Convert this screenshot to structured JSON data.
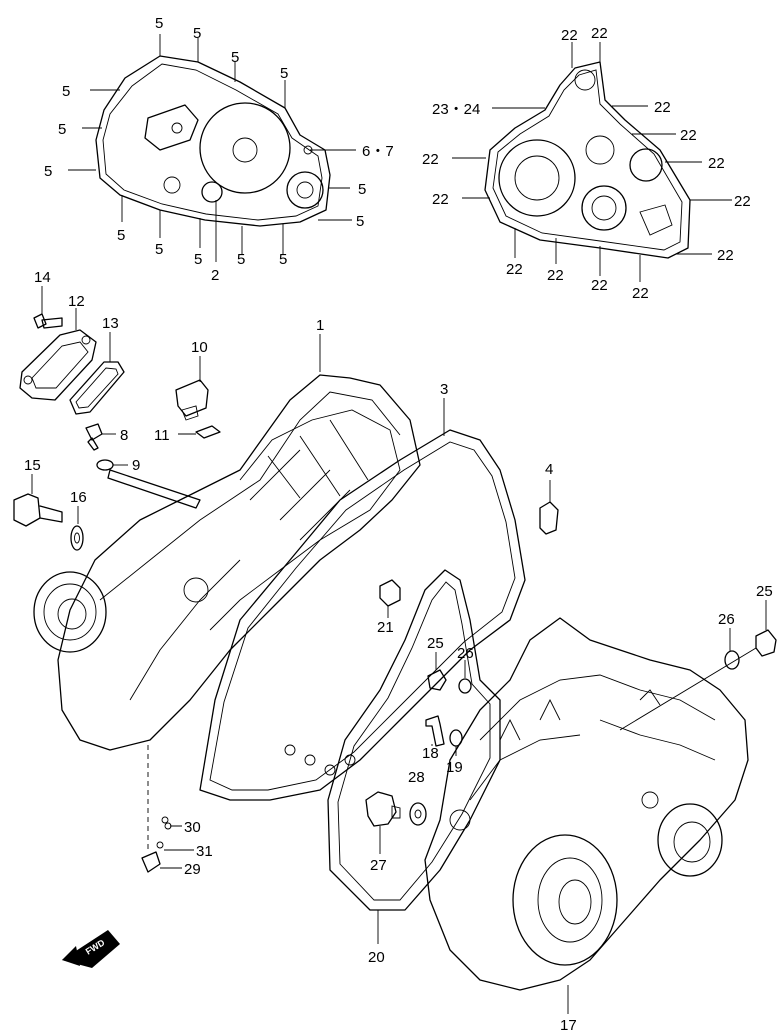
{
  "callouts": {
    "c1": "1",
    "c2": "2",
    "c3": "3",
    "c4": "4",
    "c5": "5",
    "c67": "6・7",
    "c8": "8",
    "c9": "9",
    "c10": "10",
    "c11": "11",
    "c12": "12",
    "c13": "13",
    "c14": "14",
    "c15": "15",
    "c16": "16",
    "c17": "17",
    "c18": "18",
    "c19": "19",
    "c20": "20",
    "c21": "21",
    "c22": "22",
    "c2324": "23・24",
    "c25": "25",
    "c26": "26",
    "c27": "27",
    "c28": "28",
    "c29": "29",
    "c30": "30",
    "c31": "31"
  },
  "fwd_badge": "FWD"
}
